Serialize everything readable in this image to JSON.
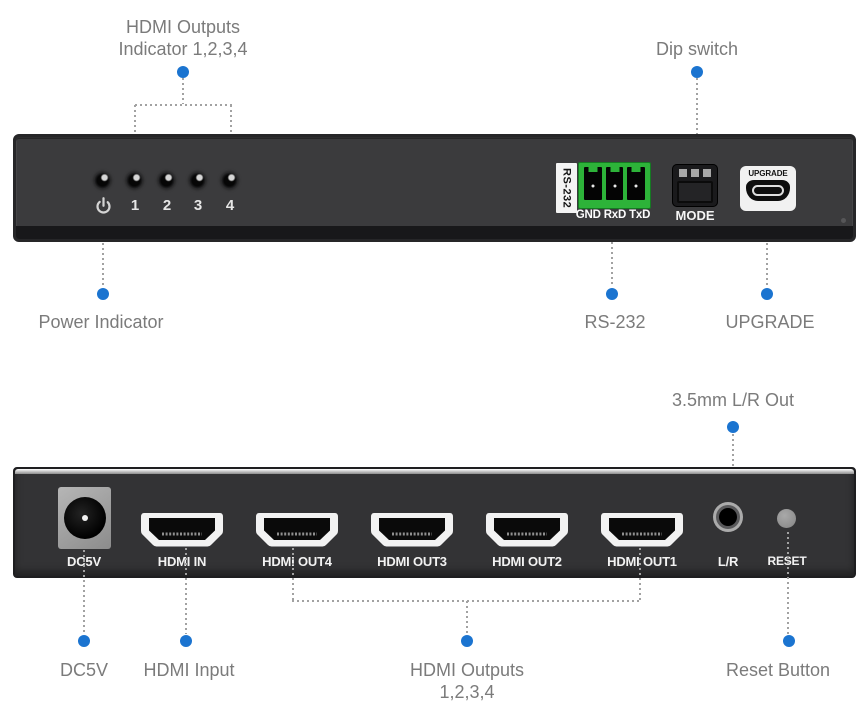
{
  "callouts": {
    "indicator_line1": "HDMI Outputs",
    "indicator_line2": "Indicator 1,2,3,4",
    "dip_switch": "Dip switch",
    "power_indicator": "Power Indicator",
    "rs232": "RS-232",
    "upgrade": "UPGRADE",
    "lr_out": "3.5mm L/R Out",
    "dc5v": "DC5V",
    "hdmi_input": "HDMI Input",
    "outputs_line1": "HDMI Outputs",
    "outputs_line2": "1,2,3,4",
    "reset_button": "Reset Button"
  },
  "front_panel": {
    "led_numbers": [
      "1",
      "2",
      "3",
      "4"
    ],
    "rs232_vertical_label": "RS-232",
    "rs232_pin_labels": "GND RxD TxD",
    "mode_label": "MODE",
    "upgrade_label": "UPGRADE"
  },
  "rear_panel": {
    "port_labels": [
      "DC5V",
      "HDMI IN",
      "HDMI OUT4",
      "HDMI OUT3",
      "HDMI OUT2",
      "HDMI OUT1",
      "L/R",
      "RESET"
    ]
  },
  "colors": {
    "accent_blue": "#1b74d0",
    "callout_gray": "#7b7b7b",
    "panel_front": "#3b3b3d",
    "panel_rear": "#333335",
    "terminal_green": "#2db339",
    "leader_dot_gray": "#a2a2a2"
  }
}
